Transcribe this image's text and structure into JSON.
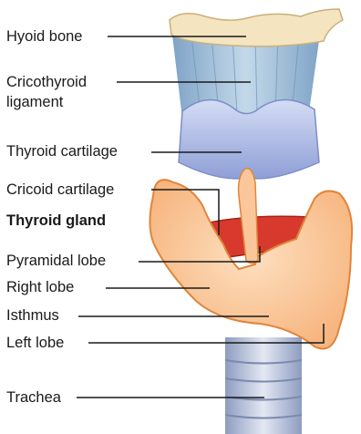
{
  "labels": {
    "hyoid": "Hyoid bone",
    "cricothyroid_1": "Cricothyroid",
    "cricothyroid_2": "ligament",
    "thyroid_cartilage": "Thyroid cartilage",
    "cricoid_cartilage": "Cricoid cartilage",
    "thyroid_gland": "Thyroid gland",
    "pyramidal_lobe": "Pyramidal lobe",
    "right_lobe": "Right lobe",
    "isthmus": "Isthmus",
    "left_lobe": "Left lobe",
    "trachea": "Trachea"
  },
  "colors": {
    "bone": "#f4e4bf",
    "ligament": "#a9c5dc",
    "cartilage": "#b7c4ea",
    "gland": "#fbc79a",
    "gland_outline": "#e0853c",
    "cricoid_red": "#d73a2c",
    "trachea": "#bcc6dd",
    "leader_line": "#1a1a1a"
  }
}
